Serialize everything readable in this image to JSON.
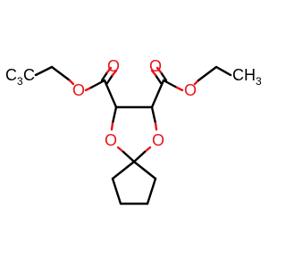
{
  "molecule": {
    "atoms": {
      "methyl_left": {
        "element": "C",
        "hydrogens": "3"
      },
      "methyl_right": {
        "element": "C",
        "hydrogens": "3"
      },
      "oxygen_symbol": "O"
    },
    "colors": {
      "oxygen": "#e8141a",
      "carbon": "#000000",
      "background": "#ffffff"
    }
  }
}
